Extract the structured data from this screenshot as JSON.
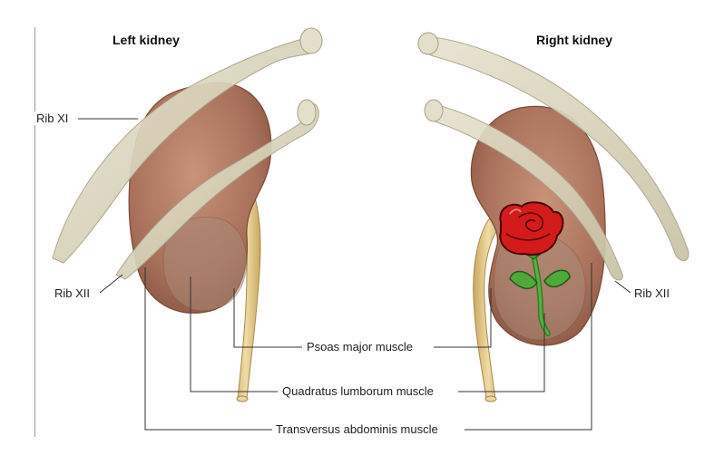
{
  "titles": {
    "left": "Left kidney",
    "right": "Right kidney"
  },
  "labels": {
    "rib_xi": "Rib XI",
    "rib_xii_left": "Rib XII",
    "rib_xii_right": "Rib XII",
    "psoas": "Psoas major muscle",
    "quadratus": "Quadratus lumborum muscle",
    "transversus": "Transversus abdominis muscle"
  },
  "colors": {
    "kidney": "#b07a5e",
    "kidney_dark": "#8f5c46",
    "rib": "#dcd6c0",
    "rib_edge": "#a8a088",
    "tendon": "#e2c98c",
    "rose": "#d41a1a",
    "leaf": "#3f9a2f"
  }
}
